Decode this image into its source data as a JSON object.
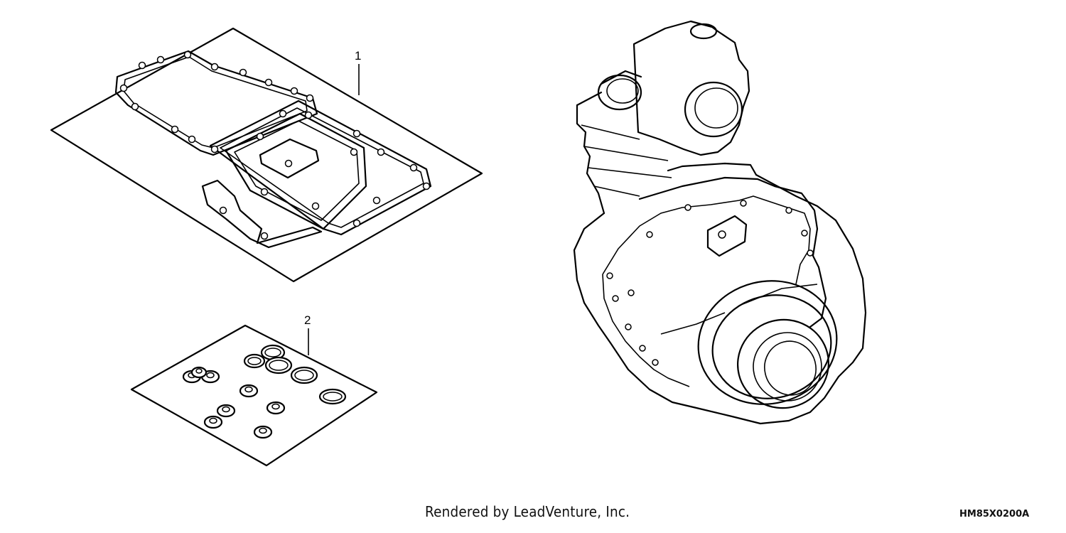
{
  "callouts": [
    {
      "label": "1"
    },
    {
      "label": "2"
    }
  ],
  "footer": {
    "credit": "Rendered by LeadVenture, Inc.",
    "diagram_code": "HM85X0200A"
  }
}
